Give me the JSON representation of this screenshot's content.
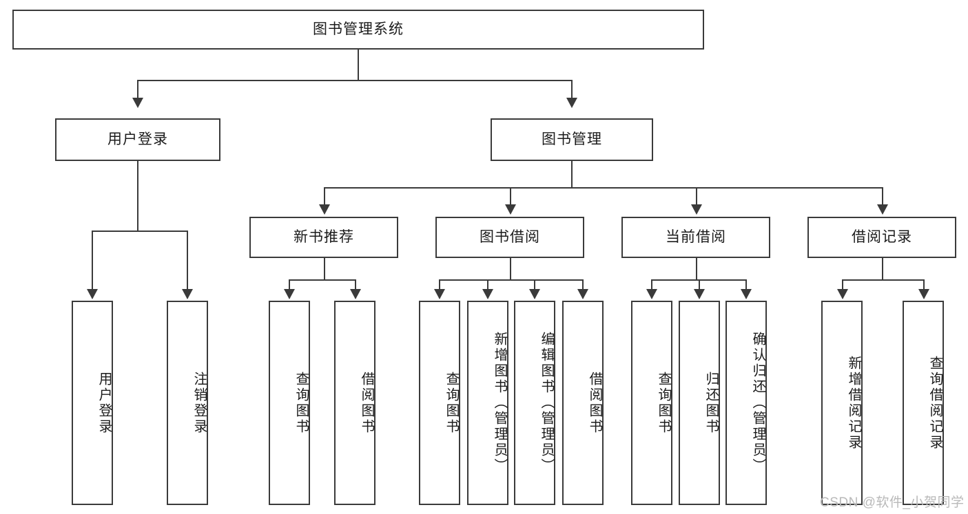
{
  "diagram": {
    "title": "图书管理系统",
    "watermark": "CSDN @软件_小贺同学",
    "levels": {
      "root": {
        "label": "图书管理系统"
      },
      "level2": [
        {
          "label": "用户登录"
        },
        {
          "label": "图书管理"
        }
      ],
      "level3": [
        {
          "label": "新书推荐"
        },
        {
          "label": "图书借阅"
        },
        {
          "label": "当前借阅"
        },
        {
          "label": "借阅记录"
        }
      ],
      "leaves": [
        {
          "label": "用户登录"
        },
        {
          "label": "注销登录"
        },
        {
          "label": "查询图书"
        },
        {
          "label": "借阅图书"
        },
        {
          "label": "查询图书"
        },
        {
          "label": "新增图书（管理员）"
        },
        {
          "label": "编辑图书（管理员）"
        },
        {
          "label": "借阅图书"
        },
        {
          "label": "查询图书"
        },
        {
          "label": "归还图书"
        },
        {
          "label": "确认归还（管理员）"
        },
        {
          "label": "新增借阅记录"
        },
        {
          "label": "查询借阅记录"
        }
      ]
    },
    "colors": {
      "stroke": "#3a3a3a",
      "background": "#ffffff",
      "text": "#1b1b1b",
      "watermark": "#b9b9b9"
    }
  }
}
